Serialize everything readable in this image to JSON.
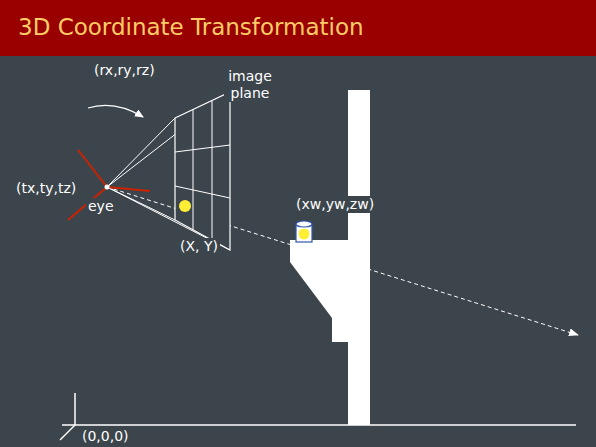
{
  "diagram": {
    "title": "3D Coordinate Transformation",
    "labels": [
      "(rx,ry,rz)",
      "image plane",
      "(tx,ty,tz)",
      "eye",
      "(xw,yw,zw)",
      "(X, Y)",
      "(0,0,0)"
    ]
  }
}
